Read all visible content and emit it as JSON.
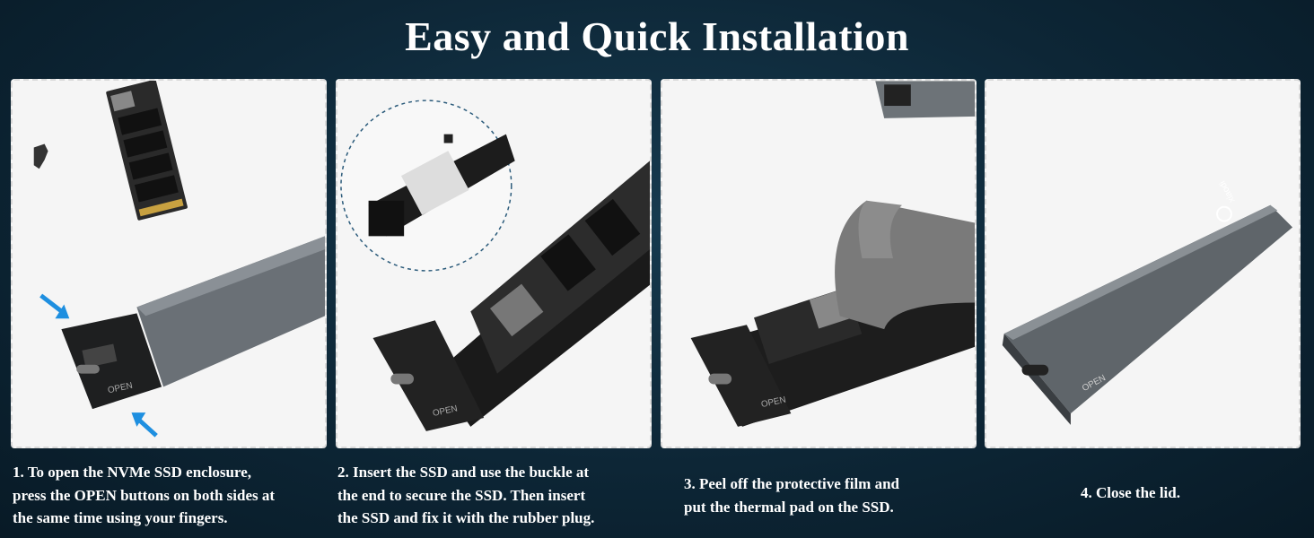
{
  "title": "Easy and Quick Installation",
  "steps": [
    {
      "caption_lines": [
        "1. To open the NVMe SSD enclosure,",
        "press the OPEN buttons on both sides at",
        "the same time using your fingers."
      ]
    },
    {
      "caption_lines": [
        "2. Insert the SSD and use the buckle at",
        "the end to secure the SSD. Then insert",
        "the SSD and fix it with the rubber plug."
      ]
    },
    {
      "caption_lines": [
        "3. Peel off the protective film and",
        "put the thermal pad on the SSD."
      ]
    },
    {
      "caption_lines": [
        "4. Close the lid."
      ]
    }
  ],
  "device_label": "OPEN",
  "brand_text": "xiaodi",
  "colors": {
    "accent_arrow": "#1e8fe0",
    "enclosure": "#5e6469",
    "panel_bg": "#f5f5f5"
  }
}
